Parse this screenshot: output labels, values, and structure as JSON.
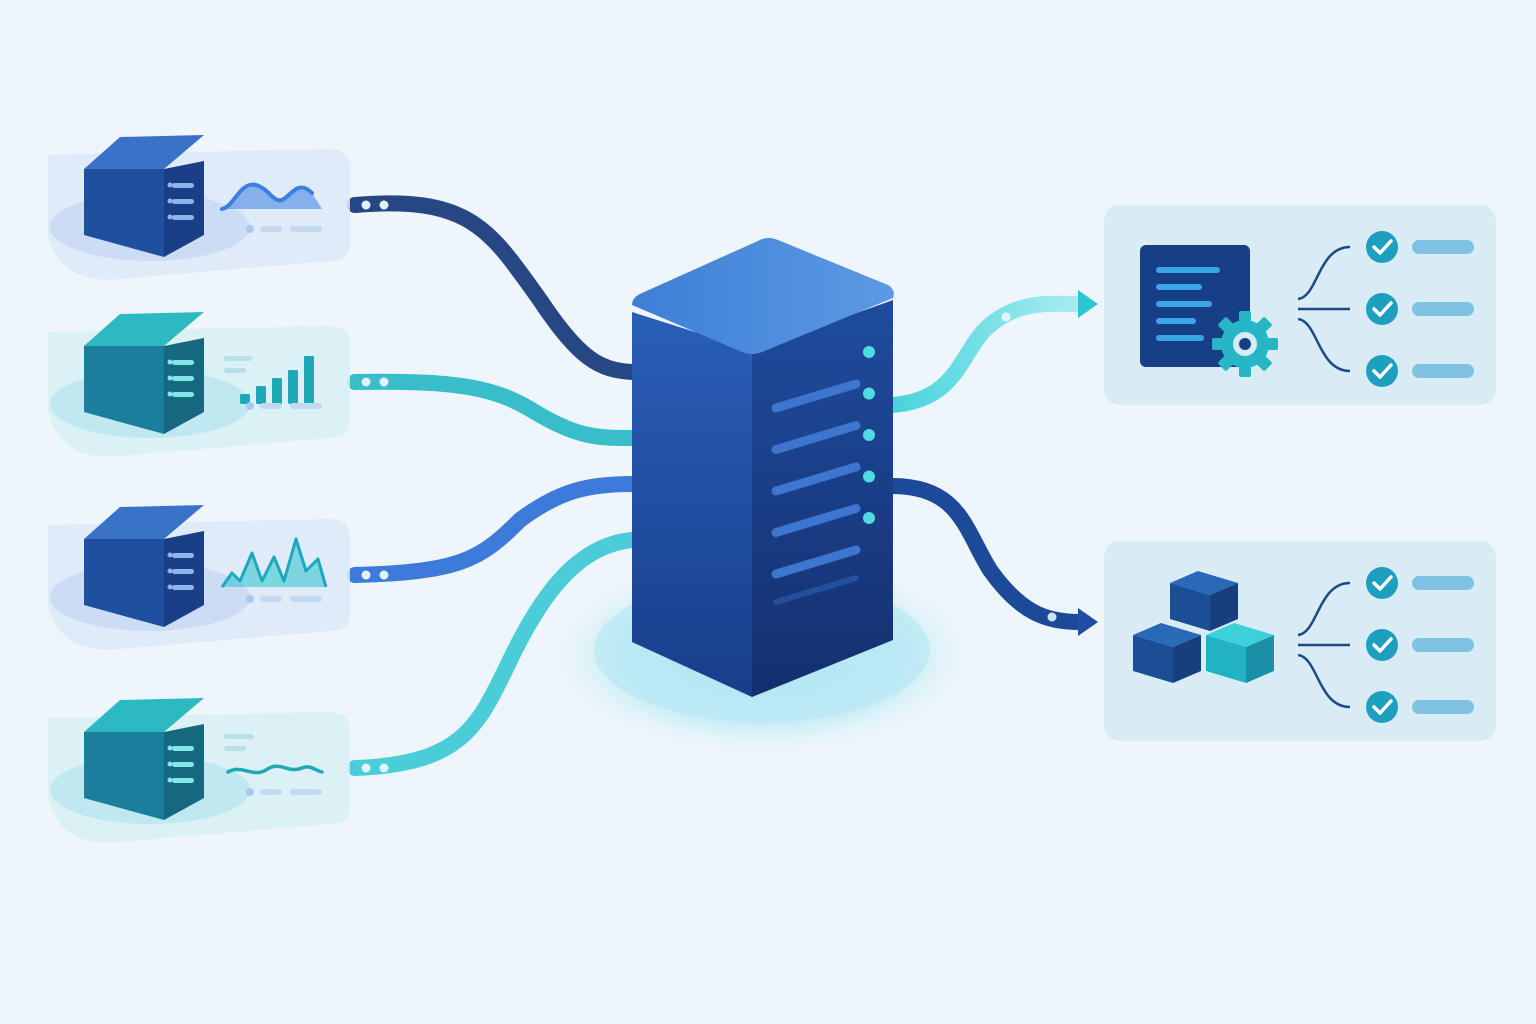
{
  "colors": {
    "background": "#eef6fb",
    "panel": "#dcedf7",
    "navy": "#1c4a99",
    "navy_dark": "#15367a",
    "blue": "#2f6fd6",
    "teal": "#27b9c6",
    "cyan": "#3fd6df",
    "check": "#1f9fc0",
    "line_pill": "#7fc2e3"
  },
  "sources": [
    {
      "name": "source-server-1",
      "tone": "navy",
      "chart": "area-wave"
    },
    {
      "name": "source-server-2",
      "tone": "teal",
      "chart": "bar-chart"
    },
    {
      "name": "source-server-3",
      "tone": "navy",
      "chart": "spiky-area"
    },
    {
      "name": "source-server-4",
      "tone": "teal",
      "chart": "line-wave"
    }
  ],
  "hub": {
    "name": "central-server",
    "indicator_count": 5
  },
  "outputs": [
    {
      "name": "output-config-document",
      "icon": "document-gear-icon",
      "checks": 3,
      "flow_color": "cyan"
    },
    {
      "name": "output-container-cubes",
      "icon": "cubes-icon",
      "checks": 3,
      "flow_color": "navy"
    }
  ]
}
